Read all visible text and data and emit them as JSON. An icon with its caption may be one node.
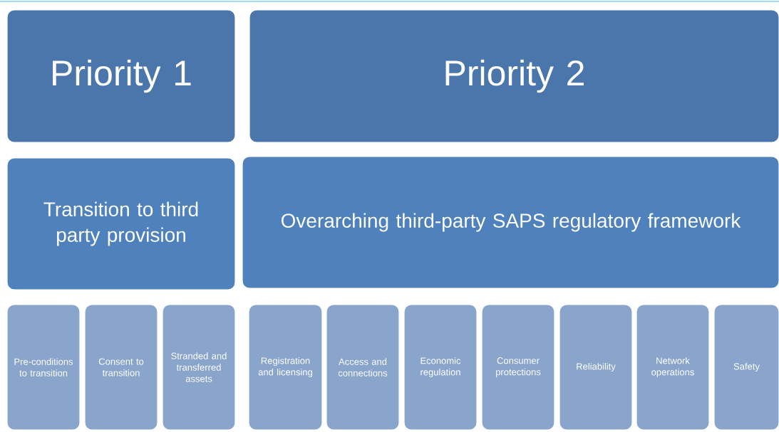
{
  "diagram": {
    "nodes": [
      {
        "text": [
          "Priority 1"
        ]
      },
      {
        "text": [
          "Priority 2"
        ]
      },
      {
        "text": [
          "Transition to third party provision"
        ]
      },
      {
        "text": [
          "Overarching third-party SAPS regulatory framework"
        ]
      },
      {
        "text": [
          "Pre-conditions to transition"
        ]
      },
      {
        "text": [
          "Consent to transition"
        ]
      },
      {
        "text": [
          "Stranded and transferred assets"
        ]
      },
      {
        "text": [
          "Registration and licensing"
        ]
      },
      {
        "text": [
          "Access and connections"
        ]
      },
      {
        "text": [
          "Economic regulation"
        ]
      },
      {
        "text": [
          "Consumer protections"
        ]
      },
      {
        "text": [
          "Reliability"
        ]
      },
      {
        "text": [
          "Network operations"
        ]
      },
      {
        "text": [
          "Safety"
        ]
      }
    ]
  }
}
